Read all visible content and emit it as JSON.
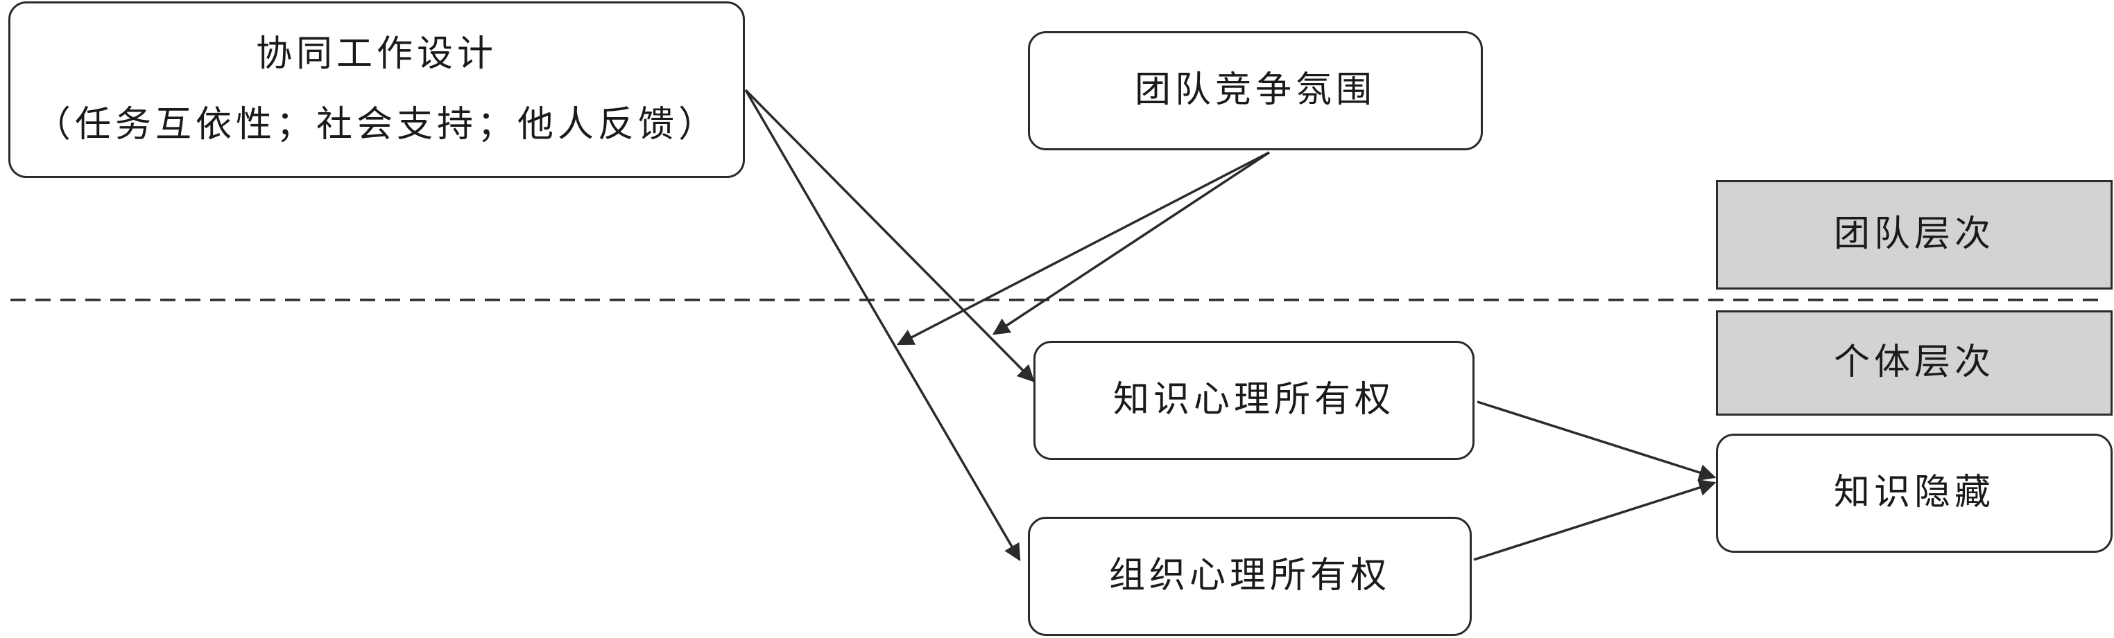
{
  "nodes": {
    "collab_design": {
      "title": "协同工作设计",
      "subtitle": "（任务互依性；社会支持；他人反馈）"
    },
    "team_competition": {
      "label": "团队竞争氛围"
    },
    "knowledge_ownership": {
      "label": "知识心理所有权"
    },
    "org_ownership": {
      "label": "组织心理所有权"
    },
    "knowledge_hiding": {
      "label": "知识隐藏"
    }
  },
  "levels": {
    "team": "团队层次",
    "individual": "个体层次"
  },
  "colors": {
    "stroke": "#2b2b2b",
    "level_fill": "#d3d3d3"
  }
}
